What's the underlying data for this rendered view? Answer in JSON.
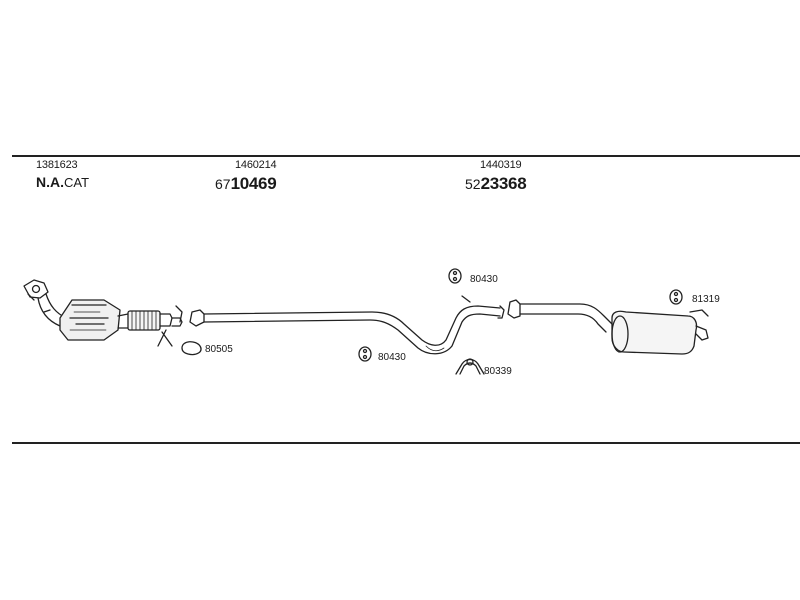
{
  "parts": [
    {
      "number": "1381623",
      "code_prefix": "N.A.",
      "code_suffix": "CAT"
    },
    {
      "number": "1460214",
      "code_prefix": "67",
      "code_main": "10469"
    },
    {
      "number": "1440319",
      "code_prefix": "52",
      "code_main": "23368"
    }
  ],
  "callouts": {
    "gasket": "80505",
    "hanger_mid": "80430",
    "hanger_top": "80430",
    "clamp": "80339",
    "hanger_rear": "81319"
  }
}
